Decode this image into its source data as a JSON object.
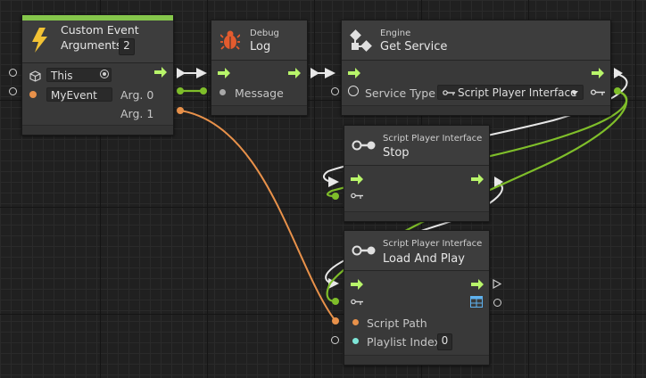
{
  "nodes": {
    "custom_event": {
      "title_line1": "Custom Event",
      "title_line2": "Arguments",
      "arg_count": "2",
      "target_value": "This",
      "name_value": "MyEvent",
      "arg0_label": "Arg. 0",
      "arg1_label": "Arg. 1"
    },
    "debug_log": {
      "category": "Debug",
      "title": "Log",
      "message_label": "Message"
    },
    "get_service": {
      "category": "Engine",
      "title": "Get Service",
      "service_type_label": "Service Type",
      "service_type_value": "Script Player Interface"
    },
    "stop": {
      "category": "Script Player Interface",
      "title": "Stop"
    },
    "load_and_play": {
      "category": "Script Player Interface",
      "title": "Load And Play",
      "script_path_label": "Script Path",
      "playlist_index_label": "Playlist Index",
      "playlist_index_value": "0"
    }
  },
  "colors": {
    "control_flow": "#b8f56a",
    "object_port": "#7fbe2a",
    "string_port": "#e8914a",
    "int_port": "#7ee6d8",
    "event_header": "#85c64b",
    "debug_icon": "#e35b2e"
  },
  "icons": {
    "custom_event": "lightning-icon",
    "debug_log": "bug-icon",
    "get_service": "engine-icon",
    "interface": "interface-key-icon"
  }
}
